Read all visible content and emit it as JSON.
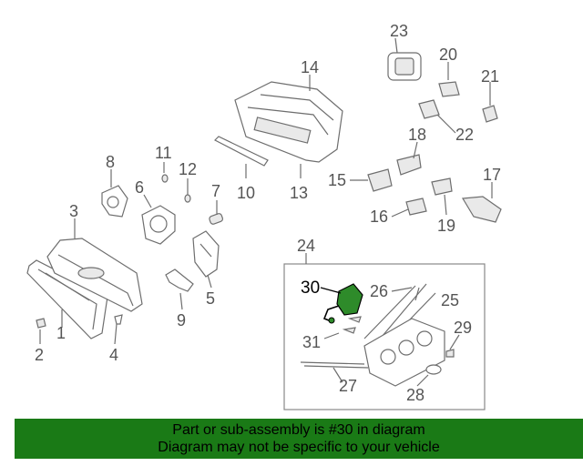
{
  "diagram": {
    "callouts": [
      "1",
      "2",
      "3",
      "4",
      "5",
      "6",
      "7",
      "8",
      "9",
      "10",
      "11",
      "12",
      "13",
      "14",
      "15",
      "16",
      "17",
      "18",
      "19",
      "20",
      "21",
      "22",
      "23",
      "24",
      "25",
      "26",
      "27",
      "28",
      "29",
      "30",
      "31"
    ],
    "highlighted_part": "30",
    "highlight_color": "#2e8b2a"
  },
  "banner": {
    "line1": "Part or sub-assembly is #30 in diagram",
    "line2": "Diagram may not be specific to your vehicle",
    "background": "#1a7a16"
  }
}
